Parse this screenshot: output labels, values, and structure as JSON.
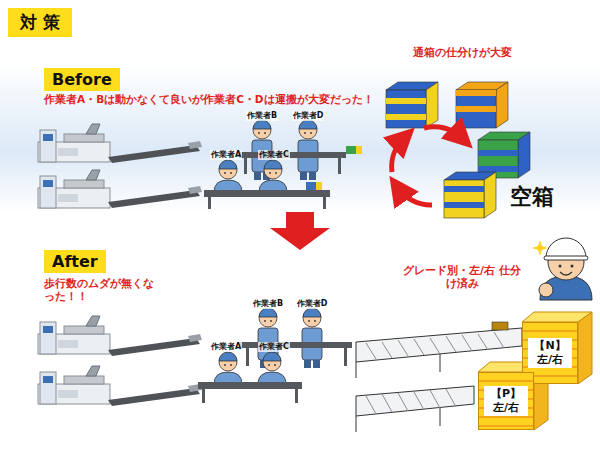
{
  "diagram": {
    "title": "対 策",
    "nodes": [
      {
        "text": [
          "Before"
        ]
      },
      {
        "text": [
          "After"
        ]
      },
      {
        "text": [
          "【N】 左/右"
        ]
      },
      {
        "text": [
          "【P】 左/右"
        ]
      }
    ],
    "labels": [
      "作業者A・Bは動かなくて良いが作業者C・Dは運搬が大変だった！",
      "作業者B",
      "作業者D",
      "作業者A",
      "作業者C",
      "通箱の仕分けが大変",
      "空箱",
      "歩行数のムダが無くなった！！",
      "作業者B",
      "作業者D",
      "作業者A",
      "作業者C",
      "グレード別・左/右 仕分け済み"
    ]
  }
}
